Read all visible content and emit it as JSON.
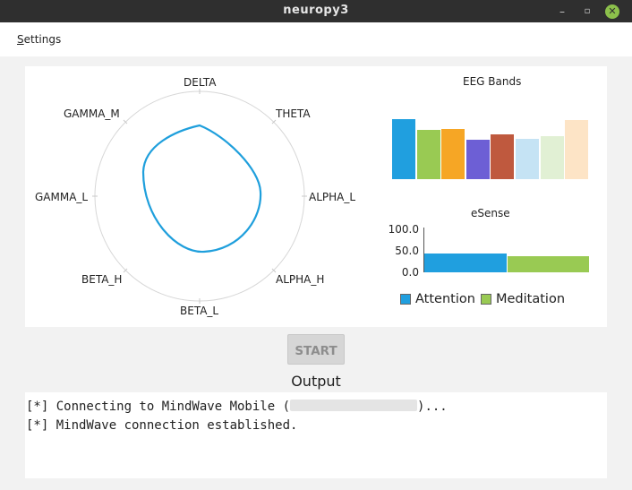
{
  "window": {
    "title": "neuropy3",
    "minimize_glyph": "–",
    "maximize_glyph": "▫",
    "close_glyph": "✕"
  },
  "menu": {
    "settings_label": "Settings"
  },
  "radar": {
    "labels": {
      "delta": "DELTA",
      "theta": "THETA",
      "alpha_l": "ALPHA_L",
      "alpha_h": "ALPHA_H",
      "beta_l": "BETA_L",
      "beta_h": "BETA_H",
      "gamma_l": "GAMMA_L",
      "gamma_m": "GAMMA_M"
    },
    "line_color": "#1f9fdc"
  },
  "eeg_bands": {
    "title": "EEG Bands",
    "colors": [
      "#209fdf",
      "#99ca53",
      "#f6a625",
      "#6d5fd5",
      "#bf593e",
      "#c5e3f4",
      "#e1f0d4",
      "#fde4c6"
    ],
    "values": [
      1.0,
      0.82,
      0.84,
      0.66,
      0.75,
      0.67,
      0.71,
      0.99
    ]
  },
  "esense": {
    "title": "eSense",
    "ticks": [
      "100.0",
      "50.0",
      "0.0"
    ],
    "ylim": [
      0,
      100
    ],
    "attention": 43,
    "meditation": 37,
    "legend": {
      "attention": "Attention",
      "meditation": "Meditation"
    },
    "colors": {
      "attention": "#209fdf",
      "meditation": "#99ca53"
    }
  },
  "start_label": "START",
  "output": {
    "title": "Output",
    "line1_prefix": "[*] Connecting to MindWave Mobile (",
    "line1_suffix": ")...",
    "line2": "[*] MindWave connection established."
  }
}
